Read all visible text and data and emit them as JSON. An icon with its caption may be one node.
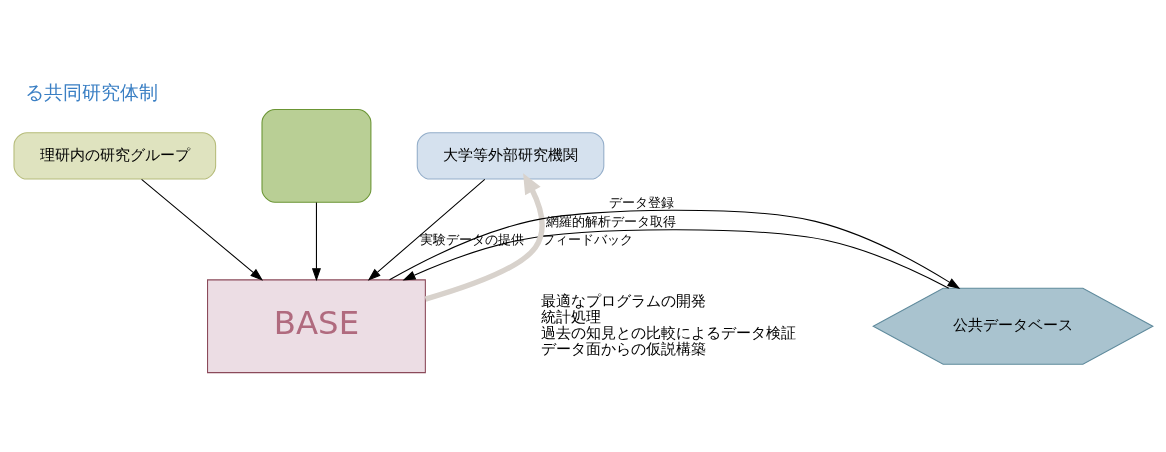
{
  "diagram": {
    "title": "る共同研究体制",
    "nodes": [
      {
        "text": [
          "理研内の研究グループ"
        ]
      },
      {
        "text": [],
        "shape": "box"
      },
      {
        "text": [
          "大学等外部研究機関"
        ]
      },
      {
        "text": [
          "公共データベース"
        ]
      },
      {
        "text": [
          "BASE"
        ],
        "beside": [
          "最適なプログラムの開発",
          "統計処理",
          "過去の知見との比較によるデータ検証",
          "データ面からの仮説構築"
        ]
      }
    ],
    "edges": [
      {
        "from": 0,
        "to": 4,
        "arrow": "to"
      },
      {
        "from": 1,
        "to": 4,
        "arrow": "to"
      },
      {
        "from": 2,
        "to": 4,
        "arrow": "to",
        "label": "実験データの提供"
      },
      {
        "from": 3,
        "to": 4,
        "arrow": "to",
        "label": "網羅的解析データ取得"
      },
      {
        "from": 4,
        "to": 3,
        "arrow": "to",
        "label": "データ登録"
      },
      {
        "from": 4,
        "to": 2,
        "arrow": "to",
        "label": "フィードバック",
        "style": "thick",
        "color": "#d8d2cc"
      }
    ]
  }
}
